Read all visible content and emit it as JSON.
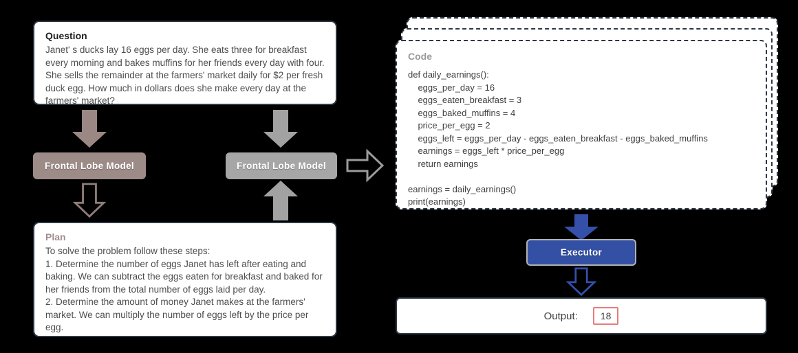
{
  "question": {
    "title": "Question",
    "body": "Janet' s ducks lay 16 eggs per day. She eats three for breakfast every morning and bakes muffins for her friends every day with four. She sells the remainder at the farmers' market daily for $2 per fresh duck egg. How much in dollars does she make every day at the farmers' market?"
  },
  "frontal_lobe_left": {
    "label": "Frontal Lobe Model"
  },
  "frontal_lobe_middle": {
    "label": "Frontal Lobe Model"
  },
  "plan": {
    "title": "Plan",
    "intro": "To solve the problem follow these steps:",
    "step1": "1. Determine the number of eggs Janet has left after eating and baking. We can subtract the eggs eaten for breakfast and baked for her friends from the total number of eggs laid per day.",
    "step2": "2. Determine the amount of money Janet makes at the farmers' market. We can multiply the number of eggs left by the price per egg."
  },
  "code": {
    "title": "Code",
    "lines": [
      "def daily_earnings():",
      "    eggs_per_day = 16",
      "    eggs_eaten_breakfast = 3",
      "    eggs_baked_muffins = 4",
      "    price_per_egg = 2",
      "    eggs_left = eggs_per_day - eggs_eaten_breakfast - eggs_baked_muffins",
      "    earnings = eggs_left * price_per_egg",
      "    return earnings",
      "",
      "earnings = daily_earnings()",
      "print(earnings)"
    ]
  },
  "executor": {
    "label": "Executor"
  },
  "output": {
    "label": "Output:",
    "value": "18"
  },
  "icons": {
    "question_to_left_model": "arrow-down-solid",
    "left_model_to_plan": "arrow-down-hollow",
    "question_to_middle_model": "arrow-down-solid",
    "plan_to_middle_model": "arrow-up-solid",
    "middle_model_to_code": "arrow-right-hollow",
    "code_to_executor": "arrow-down-solid",
    "executor_to_output": "arrow-down-hollow"
  },
  "colors": {
    "background": "#000000",
    "card_border": "#2e3844",
    "left_model": "#9d8b87",
    "left_arrow": "#9b8884",
    "middle_model": "#a6a6a6",
    "middle_arrow": "#a2a2a2",
    "executor": "#3350a5",
    "blue_arrow": "#3450a8",
    "plan_title": "#a18e8a",
    "code_title": "#9a9a9a",
    "output_value_border": "#e87b7b"
  }
}
